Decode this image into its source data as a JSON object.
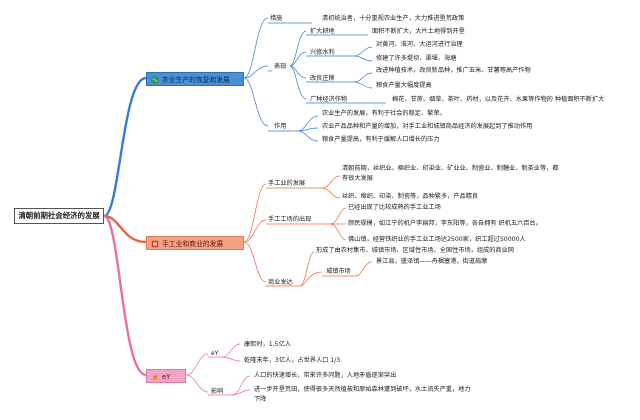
{
  "root": "清朝前期社会经济的发展",
  "branches": [
    {
      "label": "农业生产的恢复和发展",
      "icon": "globe-icon",
      "items": {
        "measures": {
          "label": "措施",
          "text": "清初统治者，十分重视农业生产，大力推进垦荒政策"
        },
        "perf": {
          "label": "表现",
          "reclaim": {
            "label": "扩大耕地",
            "text": "面积不断扩大，大片土地得到开垦"
          },
          "water": {
            "label": "兴修水利",
            "t1": "对黄河、淮河、大运河进行治理",
            "t2": "修建了许多堤坝、渠堰、海塘"
          },
          "improve": {
            "label": "改良庄稼",
            "t1": "改进种植技术，改良新品种，推广玉米、甘薯等高产作物",
            "t2": "粮食产量大幅度提高"
          },
          "cash": {
            "label": "广种经济作物",
            "text": "棉花、甘蔗、烟草、茶叶、药材，以及花卉、水果等作物的 种植面积不断扩大"
          }
        },
        "effect": {
          "label": "作用",
          "t1": "农业生产的发展，有利于社会的稳定、繁荣。",
          "t2": "农业产品品种和产量的增加，对手工业和城镇商品经济的发展起到了推动作用",
          "t3": "粮食产量提高，有利于缓解人口增长的压力"
        }
      }
    },
    {
      "label": "手工业和商业的发展",
      "icon": "flag-icon",
      "items": {
        "handicraft": {
          "label": "手工业的发展",
          "t1": "清朝前期，丝织业、棉织业、印染业、矿业业、制瓷业、制糖业、制茶业等，都",
          "t1b": "有很大发展",
          "t2": "丝织、棉织、印染、制瓷等，品种繁多，产品精良"
        },
        "workshop": {
          "label": "手工工场的出现",
          "t1": "已经出现了比较成熟的手工业工场",
          "t2": "颜民规模，如江宁的机户李扁邦，李东阳等，各自拥有 织机五六百台。",
          "t3": "佛山镇，经营铁织业的手工业工场达2500家，织工超过50000人"
        },
        "commerce": {
          "label": "商业发达",
          "t1": "形成了由农村集市、城镇市场、区域性市场、全国性市场，组成的商业网",
          "market": {
            "label": "城镇市场",
            "t1": "景江县，盛泽镇——舟楫塞港，街道肩摩"
          }
        }
      }
    },
    {
      "label": "eY",
      "icon": "fire-icon",
      "items": {
        "pop": {
          "label": "eY",
          "t1": "康熙时，1.5亿人",
          "t2": "乾隆末年，3亿人，占世界人口 1/3"
        },
        "impact": {
          "label": "影响",
          "t1": "人口的快速增长，带来许多问题，人地矛盾逐渐突出",
          "t2": "进一步开垦荒田，使得很多天然植被和原始森林遭到破坏，水土流失严重，地力",
          "t2b": "下降"
        }
      }
    }
  ],
  "colors": {
    "blue": "#3a7bd5",
    "red": "#e8663d",
    "pink": "#e76fa6"
  }
}
